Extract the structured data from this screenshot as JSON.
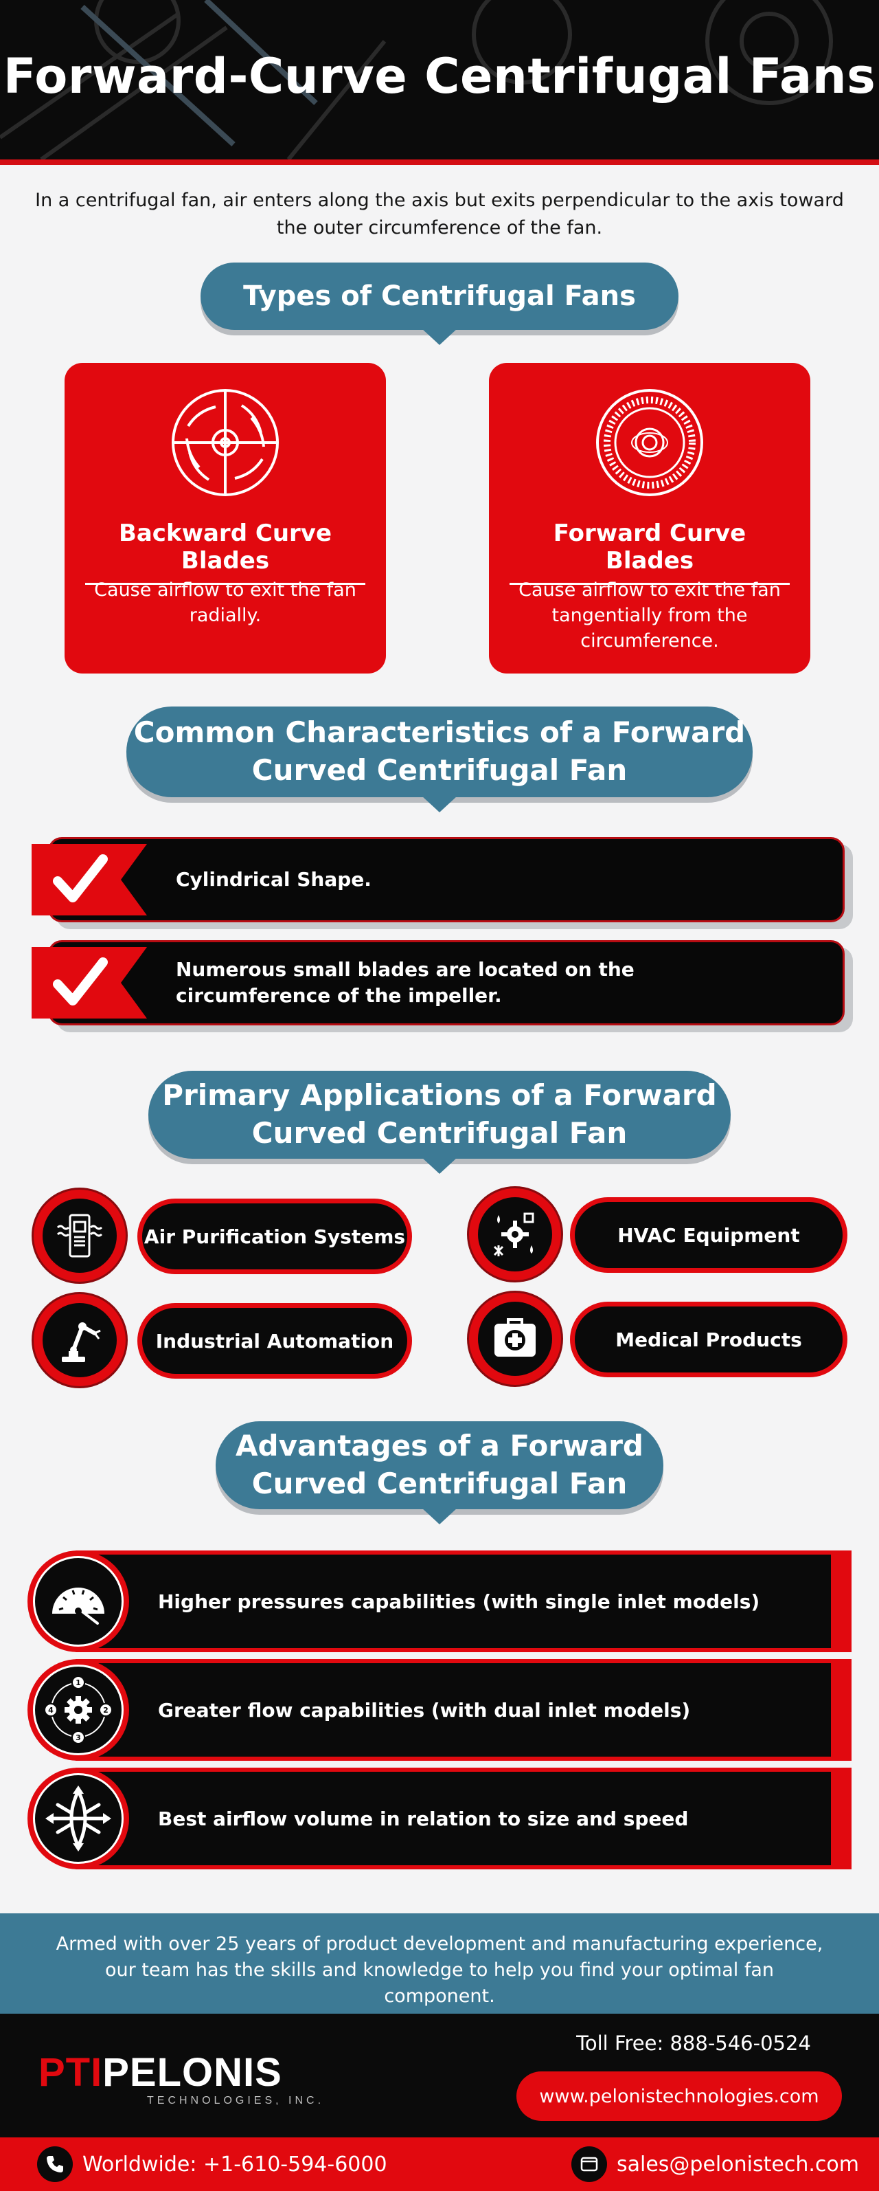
{
  "header": {
    "title": "Forward-Curve Centrifugal Fans"
  },
  "intro": "In a centrifugal fan, air enters along the axis but exits perpendicular to the axis toward the outer circumference of the fan.",
  "types": {
    "heading": "Types of Centrifugal Fans",
    "cards": [
      {
        "title": "Backward Curve Blades",
        "desc": "Cause airflow to exit the fan radially.",
        "icon": "backward-curve-fan-icon"
      },
      {
        "title": "Forward Curve Blades",
        "desc": "Cause airflow to exit the fan tangentially from the circumference.",
        "icon": "forward-curve-fan-icon"
      }
    ]
  },
  "characteristics": {
    "heading": "Common Characteristics of a Forward Curved Centrifugal Fan",
    "items": [
      {
        "text": "Cylindrical Shape.",
        "icon": "check-icon"
      },
      {
        "text": "Numerous small blades are located on the circumference of the impeller.",
        "icon": "check-icon"
      }
    ]
  },
  "applications": {
    "heading": "Primary Applications of a Forward Curved Centrifugal Fan",
    "items": [
      {
        "label": "Air Purification Systems",
        "icon": "air-purifier-icon"
      },
      {
        "label": "HVAC Equipment",
        "icon": "hvac-icon"
      },
      {
        "label": "Industrial Automation",
        "icon": "robot-arm-icon"
      },
      {
        "label": "Medical Products",
        "icon": "medical-kit-icon"
      }
    ]
  },
  "advantages": {
    "heading": "Advantages of a Forward Curved Centrifugal Fan",
    "items": [
      {
        "text": "Higher pressures capabilities (with single inlet models)",
        "icon": "pressure-gauge-icon"
      },
      {
        "text": "Greater flow capabilities (with dual inlet models)",
        "icon": "gear-flow-icon"
      },
      {
        "text": "Best airflow volume in relation to size and speed",
        "icon": "airflow-arrows-icon"
      }
    ]
  },
  "footer": {
    "tagline": "Armed with over 25 years of product development and manufacturing experience, our team has the skills and knowledge to help you find your optimal fan component.",
    "logo_pti": "PTI",
    "logo_name": "PELONIS",
    "logo_sub": "TECHNOLOGIES, INC.",
    "toll_free": "Toll Free: 888-546-0524",
    "website": "www.pelonistechnologies.com",
    "worldwide": "Worldwide: +1-610-594-6000",
    "email": "sales@pelonistech.com"
  },
  "colors": {
    "red": "#e1090f",
    "blue": "#3d7a95",
    "black": "#0a0a0a"
  }
}
